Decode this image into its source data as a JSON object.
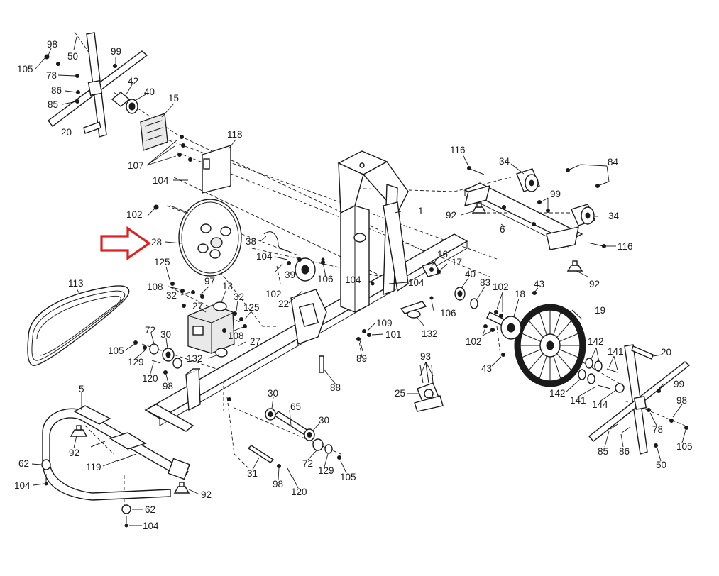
{
  "highlight": {
    "color": "#e02020",
    "target_label": "28"
  },
  "colors": {
    "ink": "#1a1a1a",
    "background": "#ffffff"
  },
  "callouts": [
    {
      "id": "c1",
      "text": "98"
    },
    {
      "id": "c2",
      "text": "50"
    },
    {
      "id": "c3",
      "text": "99"
    },
    {
      "id": "c4",
      "text": "105"
    },
    {
      "id": "c5",
      "text": "78"
    },
    {
      "id": "c6",
      "text": "42"
    },
    {
      "id": "c7",
      "text": "40"
    },
    {
      "id": "c8",
      "text": "86"
    },
    {
      "id": "c9",
      "text": "85"
    },
    {
      "id": "c10",
      "text": "15"
    },
    {
      "id": "c11",
      "text": "20"
    },
    {
      "id": "c12",
      "text": "118"
    },
    {
      "id": "c13",
      "text": "107"
    },
    {
      "id": "c14",
      "text": "104"
    },
    {
      "id": "c15",
      "text": "116"
    },
    {
      "id": "c16",
      "text": "34"
    },
    {
      "id": "c17",
      "text": "84"
    },
    {
      "id": "c18",
      "text": "99"
    },
    {
      "id": "c19",
      "text": "1"
    },
    {
      "id": "c20",
      "text": "92"
    },
    {
      "id": "c21",
      "text": "34"
    },
    {
      "id": "c22",
      "text": "6"
    },
    {
      "id": "c23",
      "text": "116"
    },
    {
      "id": "c24",
      "text": "92"
    },
    {
      "id": "c25",
      "text": "102"
    },
    {
      "id": "c26",
      "text": "28"
    },
    {
      "id": "c27",
      "text": "38"
    },
    {
      "id": "c28",
      "text": "104"
    },
    {
      "id": "c29",
      "text": "39"
    },
    {
      "id": "c30",
      "text": "16"
    },
    {
      "id": "c31",
      "text": "17"
    },
    {
      "id": "c32",
      "text": "125"
    },
    {
      "id": "c33",
      "text": "106"
    },
    {
      "id": "c34",
      "text": "104"
    },
    {
      "id": "c35",
      "text": "104"
    },
    {
      "id": "c36",
      "text": "40"
    },
    {
      "id": "c37",
      "text": "108"
    },
    {
      "id": "c38",
      "text": "32"
    },
    {
      "id": "c39",
      "text": "97"
    },
    {
      "id": "c40",
      "text": "102"
    },
    {
      "id": "c41",
      "text": "22"
    },
    {
      "id": "c42",
      "text": "83"
    },
    {
      "id": "c43",
      "text": "102"
    },
    {
      "id": "c44",
      "text": "43"
    },
    {
      "id": "c45",
      "text": "113"
    },
    {
      "id": "c46",
      "text": "13"
    },
    {
      "id": "c47",
      "text": "32"
    },
    {
      "id": "c48",
      "text": "18"
    },
    {
      "id": "c49",
      "text": "27"
    },
    {
      "id": "c50",
      "text": "125"
    },
    {
      "id": "c51",
      "text": "106"
    },
    {
      "id": "c52",
      "text": "19"
    },
    {
      "id": "c53",
      "text": "109"
    },
    {
      "id": "c54",
      "text": "132"
    },
    {
      "id": "c55",
      "text": "108"
    },
    {
      "id": "c56",
      "text": "101"
    },
    {
      "id": "c57",
      "text": "72"
    },
    {
      "id": "c58",
      "text": "30"
    },
    {
      "id": "c59",
      "text": "27"
    },
    {
      "id": "c60",
      "text": "102"
    },
    {
      "id": "c61",
      "text": "105"
    },
    {
      "id": "c62",
      "text": "89"
    },
    {
      "id": "c63",
      "text": "142"
    },
    {
      "id": "c64",
      "text": "141"
    },
    {
      "id": "c65",
      "text": "20"
    },
    {
      "id": "c66",
      "text": "129"
    },
    {
      "id": "c67",
      "text": "132"
    },
    {
      "id": "c68",
      "text": "93"
    },
    {
      "id": "c69",
      "text": "43"
    },
    {
      "id": "c70",
      "text": "120"
    },
    {
      "id": "c71",
      "text": "98"
    },
    {
      "id": "c72",
      "text": "88"
    },
    {
      "id": "c73",
      "text": "99"
    },
    {
      "id": "c74",
      "text": "142"
    },
    {
      "id": "c75",
      "text": "141"
    },
    {
      "id": "c76",
      "text": "144"
    },
    {
      "id": "c77",
      "text": "5"
    },
    {
      "id": "c78",
      "text": "25"
    },
    {
      "id": "c79",
      "text": "30"
    },
    {
      "id": "c80",
      "text": "98"
    },
    {
      "id": "c81",
      "text": "65"
    },
    {
      "id": "c82",
      "text": "78"
    },
    {
      "id": "c83",
      "text": "105"
    },
    {
      "id": "c84",
      "text": "92"
    },
    {
      "id": "c85",
      "text": "30"
    },
    {
      "id": "c86",
      "text": "85"
    },
    {
      "id": "c87",
      "text": "86"
    },
    {
      "id": "c88",
      "text": "119"
    },
    {
      "id": "c89",
      "text": "62"
    },
    {
      "id": "c90",
      "text": "72"
    },
    {
      "id": "c91",
      "text": "129"
    },
    {
      "id": "c92",
      "text": "105"
    },
    {
      "id": "c93",
      "text": "50"
    },
    {
      "id": "c94",
      "text": "104"
    },
    {
      "id": "c95",
      "text": "31"
    },
    {
      "id": "c96",
      "text": "98"
    },
    {
      "id": "c97",
      "text": "92"
    },
    {
      "id": "c98",
      "text": "120"
    },
    {
      "id": "c99",
      "text": "62"
    },
    {
      "id": "c100",
      "text": "104"
    }
  ]
}
